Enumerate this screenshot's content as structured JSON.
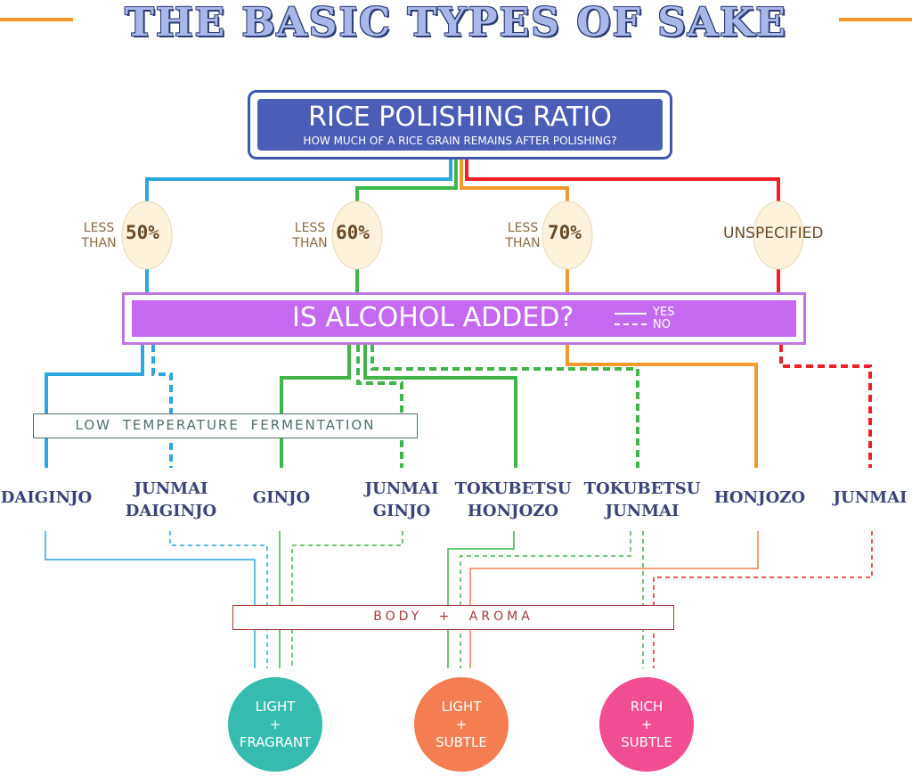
{
  "title": "THE BASIC TYPES OF SAKE",
  "root": {
    "title": "RICE POLISHING RATIO",
    "subtitle": "HOW MUCH OF A RICE GRAIN REMAINS AFTER POLISHING?"
  },
  "ratios": [
    {
      "prefix_line1": "LESS",
      "prefix_line2": "THAN",
      "value": "50%"
    },
    {
      "prefix_line1": "LESS",
      "prefix_line2": "THAN",
      "value": "60%"
    },
    {
      "prefix_line1": "LESS",
      "prefix_line2": "THAN",
      "value": "70%"
    },
    {
      "value": "UNSPECIFIED"
    }
  ],
  "alcohol": {
    "question": "IS ALCOHOL ADDED?",
    "legend_yes": "YES",
    "legend_no": "NO"
  },
  "fermentation_label": "LOW TEMPERATURE FERMENTATION",
  "sake_types": [
    {
      "line1": "DAIGINJO",
      "line2": ""
    },
    {
      "line1": "JUNMAI",
      "line2": "DAIGINJO"
    },
    {
      "line1": "GINJO",
      "line2": ""
    },
    {
      "line1": "JUNMAI",
      "line2": "GINJO"
    },
    {
      "line1": "TOKUBETSU",
      "line2": "HONJOZO"
    },
    {
      "line1": "TOKUBETSU",
      "line2": "JUNMAI"
    },
    {
      "line1": "HONJOZO",
      "line2": ""
    },
    {
      "line1": "JUNMAI",
      "line2": ""
    }
  ],
  "body_aroma_label": "BODY + AROMA",
  "profiles": [
    {
      "line1": "LIGHT",
      "line2": "+",
      "line3": "FRAGRANT",
      "color": "#35bcae"
    },
    {
      "line1": "LIGHT",
      "line2": "+",
      "line3": "SUBTLE",
      "color": "#f47e52"
    },
    {
      "line1": "RICH",
      "line2": "+",
      "line3": "SUBTLE",
      "color": "#f04d92"
    }
  ],
  "colors": {
    "branch_50": "#2aa7dd",
    "branch_60": "#3fb54a",
    "branch_70": "#f39a2a",
    "branch_unspecified": "#ec2025",
    "title_rule": "#f39a2a"
  }
}
